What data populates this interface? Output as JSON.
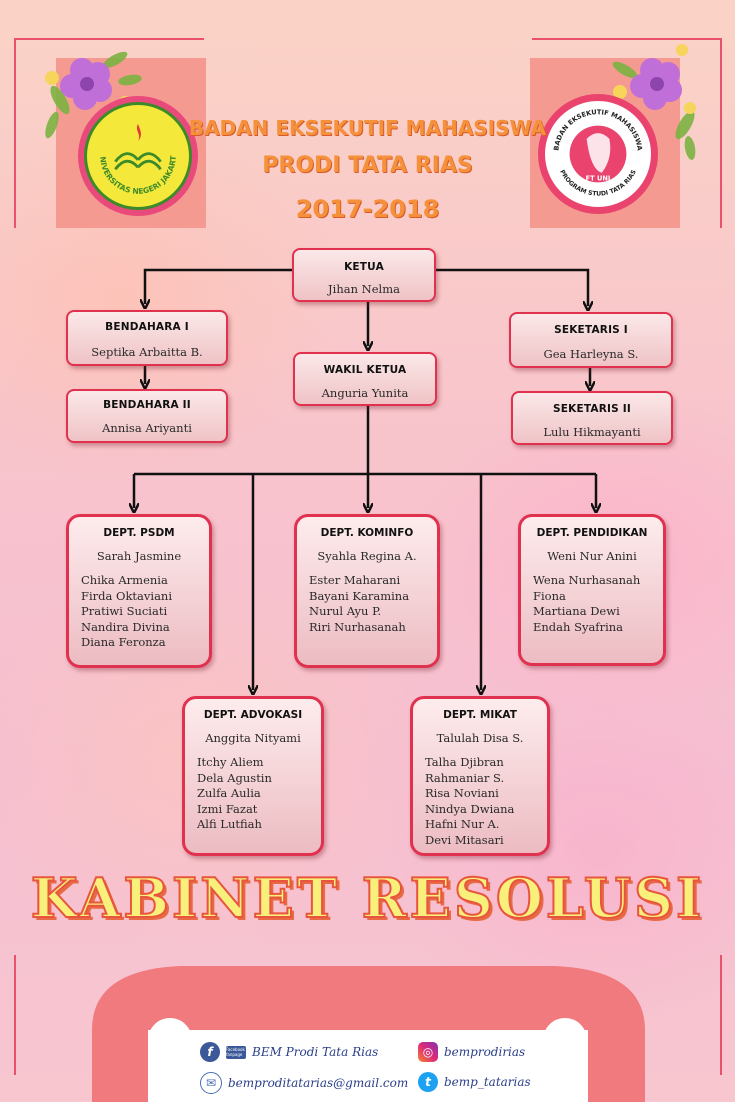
{
  "header": {
    "line1": "BADAN EKSEKUTIF MAHASISWA",
    "line2": "PRODI TATA RIAS",
    "line3": "2017-2018"
  },
  "logos": {
    "left_text": "UNIVERSITAS NEGERI JAKARTA",
    "right_text_top": "BADAN EKSEKUTIF MAHASISWA",
    "right_text_bottom": "PROGRAM STUDI TATA RIAS",
    "right_center": "FT UNJ"
  },
  "org": {
    "ketua": {
      "role": "KETUA",
      "name": "Jihan Nelma"
    },
    "bendahara1": {
      "role": "BENDAHARA I",
      "name": "Septika Arbaitta B."
    },
    "bendahara2": {
      "role": "BENDAHARA II",
      "name": "Annisa Ariyanti"
    },
    "wakil": {
      "role": "WAKIL KETUA",
      "name": "Anguria Yunita"
    },
    "sekretaris1": {
      "role": "SEKETARIS I",
      "name": "Gea Harleyna S."
    },
    "sekretaris2": {
      "role": "SEKETARIS II",
      "name": "Lulu Hikmayanti"
    }
  },
  "departments": {
    "psdm": {
      "role": "DEPT. PSDM",
      "head": "Sarah Jasmine",
      "members": [
        "Chika Armenia",
        "Firda Oktaviani",
        "Pratiwi Suciati",
        "Nandira Divina",
        "Diana Feronza"
      ]
    },
    "kominfo": {
      "role": "DEPT. KOMINFO",
      "head": "Syahla Regina A.",
      "members": [
        "Ester Maharani",
        "Bayani Karamina",
        "Nurul Ayu P.",
        "Riri Nurhasanah"
      ]
    },
    "pendidikan": {
      "role": "DEPT. PENDIDIKAN",
      "head": "Weni Nur Anini",
      "members": [
        "Wena Nurhasanah",
        "Fiona",
        "Martiana Dewi",
        "Endah Syafrina"
      ]
    },
    "advokasi": {
      "role": "DEPT. ADVOKASI",
      "head": "Anggita Nityami",
      "members": [
        "Itchy Aliem",
        "Dela Agustin",
        "Zulfa Aulia",
        "Izmi Fazat",
        "Alfi Lutfiah"
      ]
    },
    "mikat": {
      "role": "DEPT. MIKAT",
      "head": "Talulah Disa S.",
      "members": [
        "Talha Djibran",
        "Rahmaniar S.",
        "Risa Noviani",
        "Nindya Dwiana",
        "Hafni Nur A.",
        "Devi Mitasari"
      ]
    }
  },
  "cabinet_name": "KABINET RESOLUSI",
  "footer": {
    "facebook": "BEM Prodi Tata Rias",
    "facebook_tag": "Facebook fanpage",
    "email": "bemproditatarias@gmail.com",
    "instagram": "bemprodirias",
    "twitter": "bemp_tatarias"
  },
  "colors": {
    "accent_red": "#e0314e",
    "title_orange": "#f4913a",
    "kabinet_yellow": "#f8f07a",
    "footer_coral": "#f17a7e"
  },
  "icons": [
    "facebook-icon",
    "email-icon",
    "instagram-icon",
    "twitter-icon",
    "flower-icon"
  ]
}
